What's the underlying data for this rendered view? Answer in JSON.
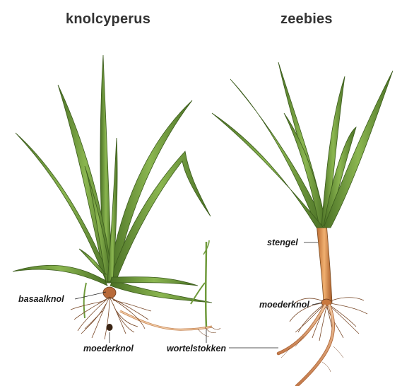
{
  "titles": {
    "left": "knolcyperus",
    "right": "zeebies"
  },
  "labels": {
    "basaalknol": "basaalknol",
    "moederknol_left": "moederknol",
    "wortelstokken": "wortelstokken",
    "stengel": "stengel",
    "moederknol_right": "moederknol"
  },
  "colors": {
    "leaf_fill": "#6f9a3b",
    "leaf_dark": "#3c5c1d",
    "leaf_light": "#a9c86a",
    "stem_orange": "#d88a4a",
    "root_brown": "#7a4a2a",
    "tuber": "#b86a3a"
  }
}
